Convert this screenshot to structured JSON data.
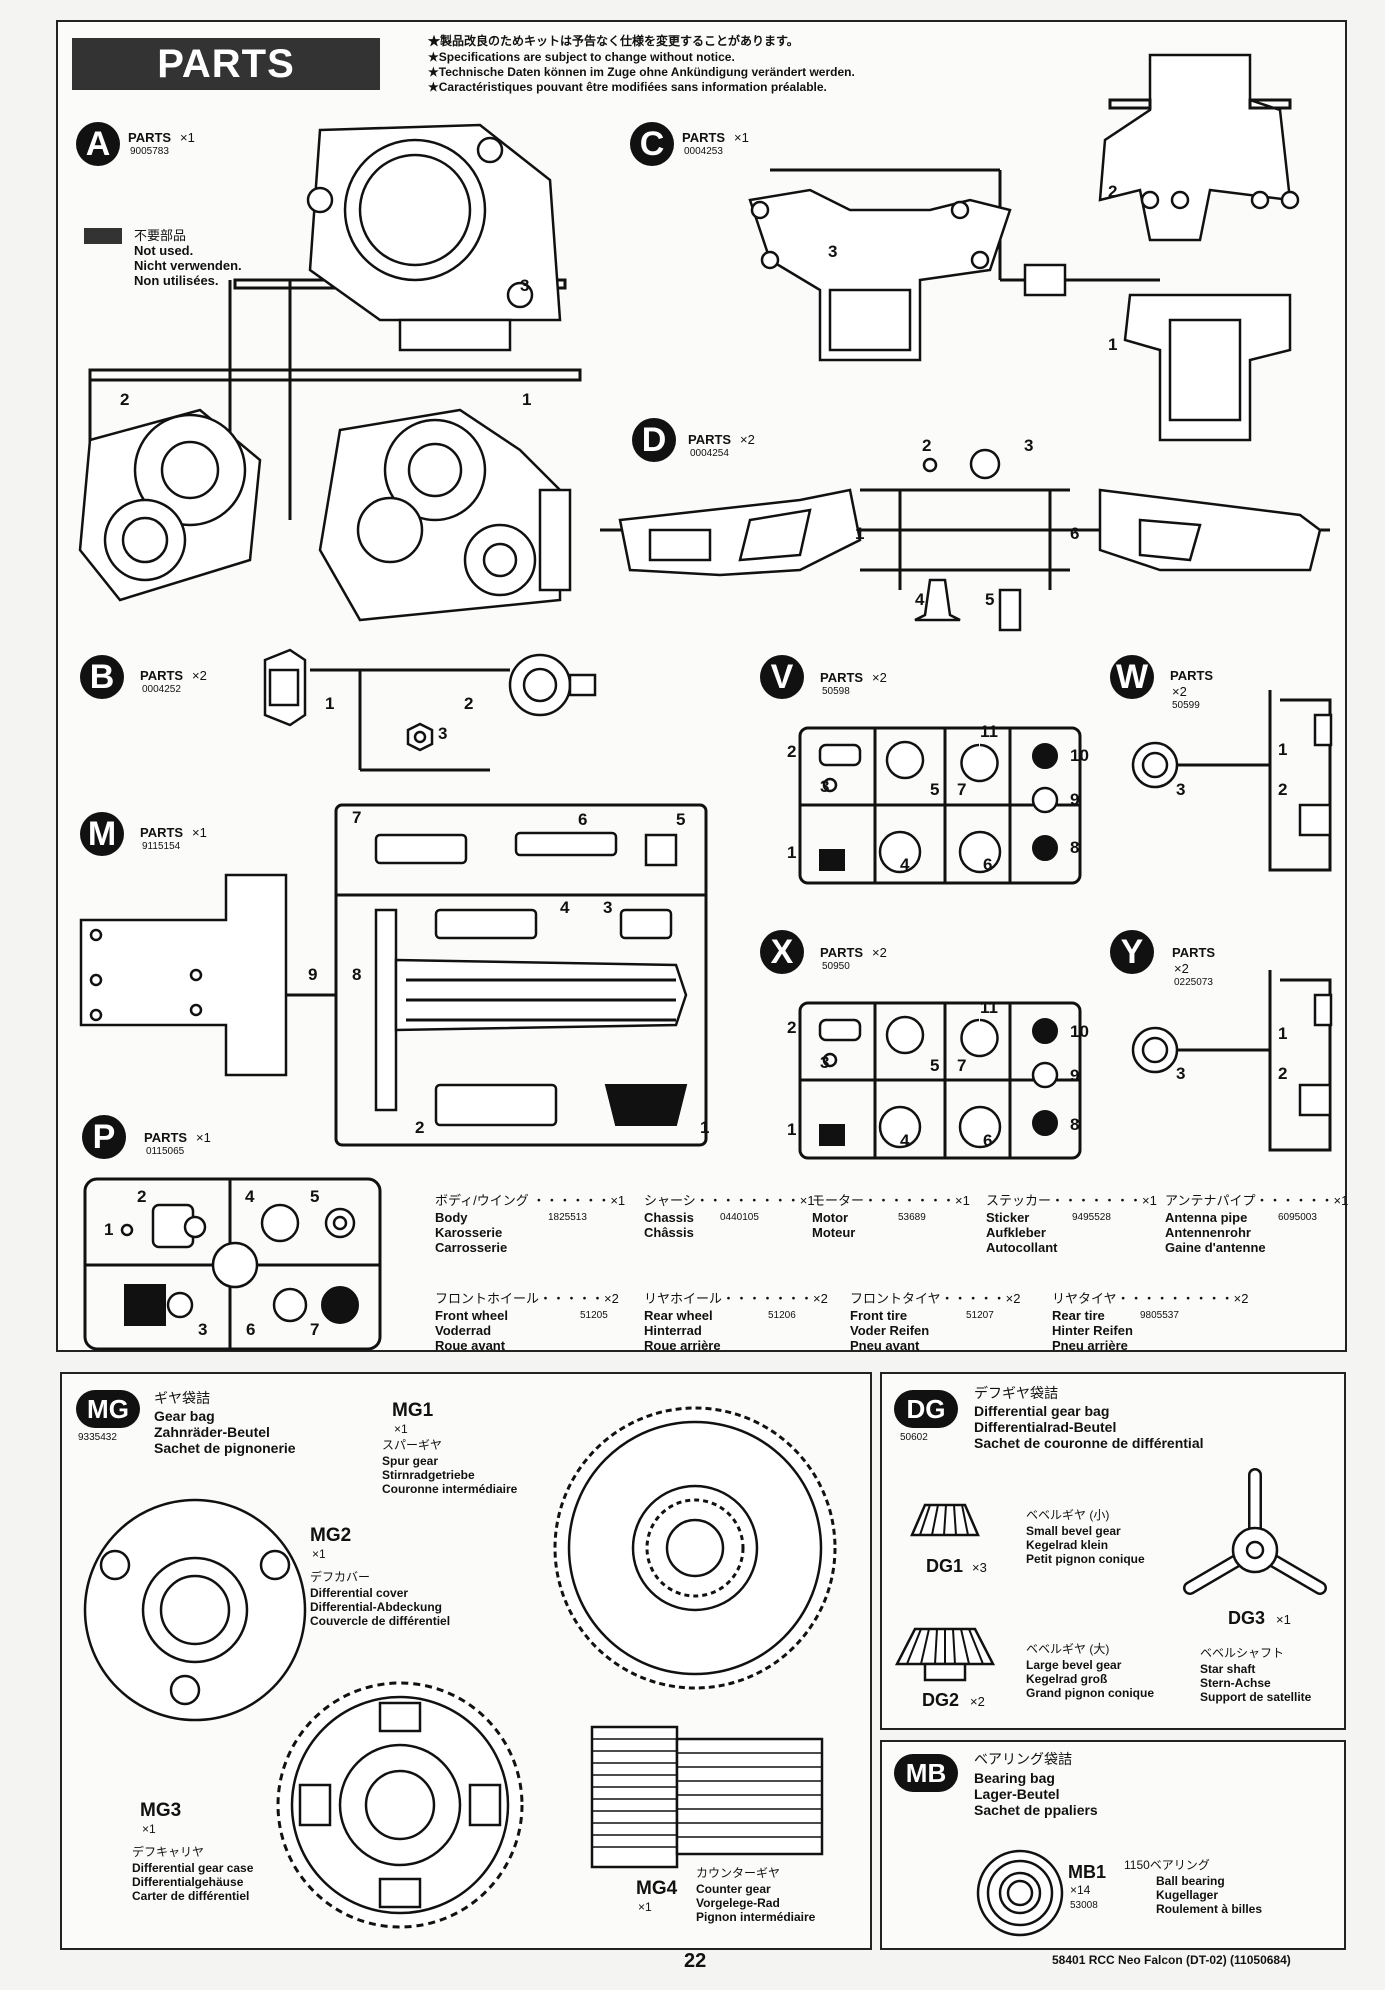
{
  "header": {
    "title": "PARTS",
    "notices": [
      "★製品改良のためキットは予告なく仕様を変更することがあります。",
      "★Specifications are subject to change without notice.",
      "★Technische Daten können im Zuge ohne Ankündigung verändert werden.",
      "★Caractéristiques pouvant être modifiées sans information préalable."
    ]
  },
  "legend": {
    "jp": "不要部品",
    "en": "Not used.",
    "de": "Nicht verwenden.",
    "fr": "Non utilisées."
  },
  "parts_label": "PARTS",
  "sprues": {
    "A": {
      "letter": "A",
      "qty": "×1",
      "code": "9005783",
      "nums": [
        "3",
        "2",
        "1"
      ]
    },
    "B": {
      "letter": "B",
      "qty": "×2",
      "code": "0004252",
      "nums": [
        "1",
        "2",
        "3"
      ]
    },
    "C": {
      "letter": "C",
      "qty": "×1",
      "code": "0004253",
      "nums": [
        "2",
        "3",
        "1"
      ]
    },
    "D": {
      "letter": "D",
      "qty": "×2",
      "code": "0004254",
      "nums": [
        "2",
        "3",
        "1",
        "6",
        "4",
        "5"
      ]
    },
    "M": {
      "letter": "M",
      "qty": "×1",
      "code": "9115154",
      "nums": [
        "7",
        "6",
        "5",
        "4",
        "3",
        "9",
        "8",
        "2",
        "1"
      ]
    },
    "P": {
      "letter": "P",
      "qty": "×1",
      "code": "0115065",
      "nums": [
        "2",
        "4",
        "5",
        "1",
        "3",
        "6",
        "7"
      ]
    },
    "V": {
      "letter": "V",
      "qty": "×2",
      "code": "50598",
      "nums": [
        "11",
        "2",
        "10",
        "3",
        "5",
        "7",
        "9",
        "1",
        "4",
        "6",
        "8"
      ]
    },
    "W": {
      "letter": "W",
      "qty": "×2",
      "code": "50599",
      "nums": [
        "1",
        "3",
        "2"
      ]
    },
    "X": {
      "letter": "X",
      "qty": "×2",
      "code": "50950",
      "nums": [
        "11",
        "2",
        "10",
        "3",
        "5",
        "7",
        "9",
        "1",
        "4",
        "6",
        "8"
      ]
    },
    "Y": {
      "letter": "Y",
      "qty": "×2",
      "code": "0225073",
      "nums": [
        "1",
        "3",
        "2"
      ]
    }
  },
  "misc_parts": {
    "row1": [
      {
        "jp": "ボディ/ウイング ・・・・・・×1",
        "code": "1825513",
        "lines": [
          "Body",
          "Karosserie",
          "Carrosserie"
        ]
      },
      {
        "jp": "シャーシ・・・・・・・・×1",
        "code": "0440105",
        "lines": [
          "Chassis",
          "Châssis"
        ]
      },
      {
        "jp": "モーター・・・・・・・×1",
        "code": "53689",
        "lines": [
          "Motor",
          "Moteur"
        ]
      },
      {
        "jp": "ステッカー・・・・・・・×1",
        "code": "9495528",
        "lines": [
          "Sticker",
          "Aufkleber",
          "Autocollant"
        ]
      },
      {
        "jp": "アンテナパイプ・・・・・・×1",
        "code": "6095003",
        "lines": [
          "Antenna pipe",
          "Antennenrohr",
          "Gaine d'antenne"
        ]
      }
    ],
    "row2": [
      {
        "jp": "フロントホイール・・・・・×2",
        "code": "51205",
        "lines": [
          "Front wheel",
          "Voderrad",
          "Roue avant"
        ]
      },
      {
        "jp": "リヤホイール・・・・・・・×2",
        "code": "51206",
        "lines": [
          "Rear wheel",
          "Hinterrad",
          "Roue arrière"
        ]
      },
      {
        "jp": "フロントタイヤ・・・・・×2",
        "code": "51207",
        "lines": [
          "Front tire",
          "Voder Reifen",
          "Pneu avant"
        ]
      },
      {
        "jp": "リヤタイヤ・・・・・・・・・×2",
        "code": "9805537",
        "lines": [
          "Rear tire",
          "Hinter Reifen",
          "Pneu arrière"
        ]
      }
    ]
  },
  "mg": {
    "badge": "MG",
    "code": "9335432",
    "jp": "ギヤ袋詰",
    "lines": [
      "Gear bag",
      "Zahnräder-Beutel",
      "Sachet de pignonerie"
    ],
    "mg1": {
      "label": "MG1",
      "qty": "×1",
      "jp": "スパーギヤ",
      "lines": [
        "Spur gear",
        "Stirnradgetriebe",
        "Couronne intermédiaire"
      ]
    },
    "mg2": {
      "label": "MG2",
      "qty": "×1",
      "jp": "デフカバー",
      "lines": [
        "Differential cover",
        "Differential-Abdeckung",
        "Couvercle de différentiel"
      ]
    },
    "mg3": {
      "label": "MG3",
      "qty": "×1",
      "jp": "デフキャリヤ",
      "lines": [
        "Differential gear case",
        "Differentialgehäuse",
        "Carter de différentiel"
      ]
    },
    "mg4": {
      "label": "MG4",
      "qty": "×1",
      "jp": "カウンターギヤ",
      "lines": [
        "Counter gear",
        "Vorgelege-Rad",
        "Pignon intermédiaire"
      ]
    }
  },
  "dg": {
    "badge": "DG",
    "code": "50602",
    "jp": "デフギヤ袋詰",
    "lines": [
      "Differential gear bag",
      "Differentialrad-Beutel",
      "Sachet de couronne de différential"
    ],
    "dg1": {
      "label": "DG1",
      "qty": "×3",
      "jp": "ベベルギヤ (小)",
      "lines": [
        "Small bevel gear",
        "Kegelrad klein",
        "Petit pignon conique"
      ]
    },
    "dg2": {
      "label": "DG2",
      "qty": "×2",
      "jp": "ベベルギヤ (大)",
      "lines": [
        "Large bevel gear",
        "Kegelrad groß",
        "Grand pignon conique"
      ]
    },
    "dg3": {
      "label": "DG3",
      "qty": "×1",
      "jp": "ベベルシャフト",
      "lines": [
        "Star shaft",
        "Stern-Achse",
        "Support de satellite"
      ]
    }
  },
  "mb": {
    "badge": "MB",
    "jp": "ベアリング袋詰",
    "lines": [
      "Bearing bag",
      "Lager-Beutel",
      "Sachet de ppaliers"
    ],
    "mb1": {
      "label": "MB1",
      "qty": "×14",
      "code": "53008",
      "jp": "1150ベアリング",
      "lines": [
        "Ball bearing",
        "Kugellager",
        "Roulement à billes"
      ]
    }
  },
  "footer": {
    "page": "22",
    "info": "58401 RCC Neo Falcon (DT-02) (11050684)"
  }
}
